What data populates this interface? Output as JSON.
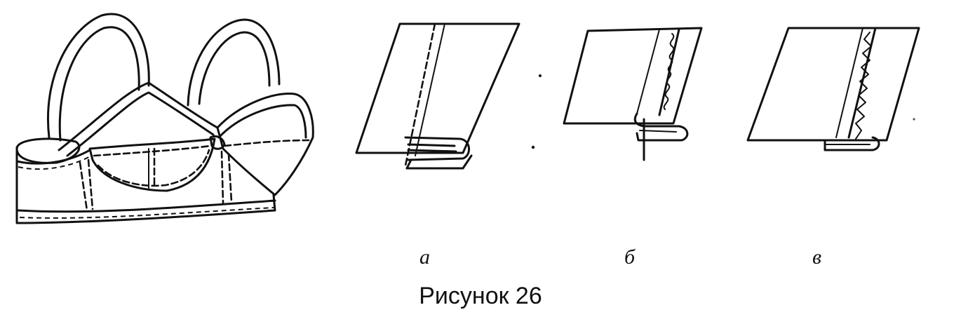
{
  "labels": {
    "a": "а",
    "b": "б",
    "v": "в"
  },
  "caption": "Рисунок 26",
  "colors": {
    "ink": "#111111",
    "background": "#ffffff"
  }
}
